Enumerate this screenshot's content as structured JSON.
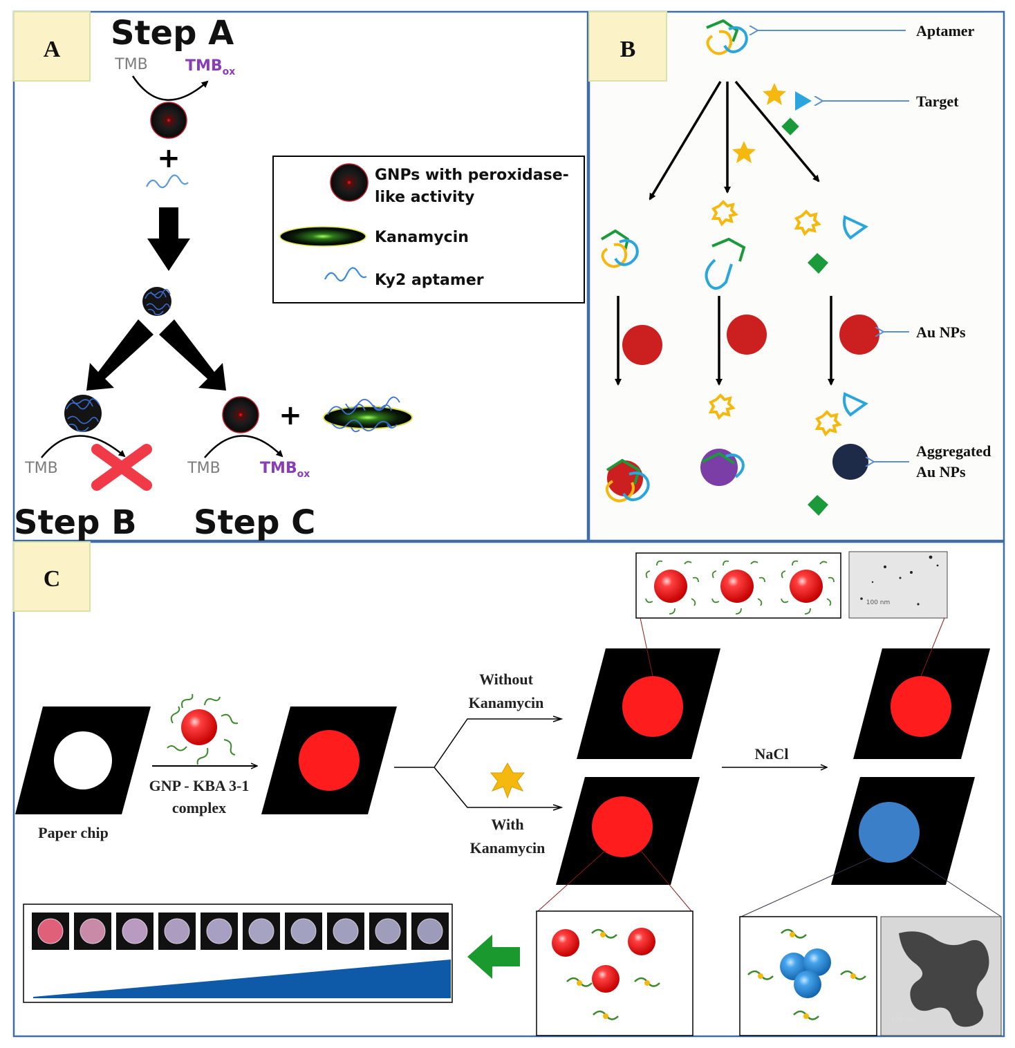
{
  "colors": {
    "panel_border": "#3f6ea5",
    "badge_fill": "#fbf3c7",
    "badge_stroke": "#d8e3a8",
    "gnp_dark": "#1a1a1a",
    "au_red": "#cc2020",
    "chip_red": "#ff1c1c",
    "aggregated_navy": "#1e2b48",
    "blue_np": "#3a7fc8",
    "purple_np": "#7b3ea6",
    "tmb_gray": "#7d7d7d",
    "tmbox_purple": "#8a3db8",
    "cross_red": "#f03a48",
    "aptamer_blue": "#2aa6dc",
    "target_yellow": "#f5b80f",
    "target_green": "#1a9a3a",
    "arrow_green": "#1a9a2e",
    "gradient_blue": "#0f5aa8"
  },
  "panel_a": {
    "badge": "A",
    "step_a": "Step A",
    "step_b": "Step B",
    "step_c": "Step C",
    "tmb": "TMB",
    "tmbox_base": "TMB",
    "tmbox_sub": "ox",
    "plus": "+",
    "legend": {
      "gnp_line1": "GNPs with peroxidase-",
      "gnp_line2": "like activity",
      "kanamycin": "Kanamycin",
      "aptamer": "Ky2 aptamer"
    }
  },
  "panel_b": {
    "badge": "B",
    "labels": {
      "aptamer": "Aptamer",
      "target": "Target",
      "au_nps": "Au NPs",
      "aggregated_1": "Aggregated",
      "aggregated_2": "Au NPs"
    }
  },
  "panel_c": {
    "badge": "C",
    "paper_chip": "Paper chip",
    "complex_1": "GNP - KBA 3-1",
    "complex_2": "complex",
    "without_1": "Without",
    "without_2": "Kanamycin",
    "with_1": "With",
    "with_2": "Kanamycin",
    "nacl": "NaCl",
    "scale_label_top": "100 nm",
    "scale_label_bottom": "100 nm",
    "well_count": 10
  },
  "icons": [
    "gnp-icon",
    "aptamer-icon",
    "kanamycin-icon",
    "star-icon",
    "cross-icon",
    "down-arrow-icon",
    "green-arrow-icon"
  ]
}
